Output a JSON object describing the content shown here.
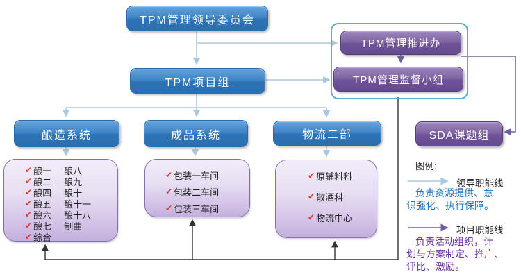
{
  "org": {
    "committee": "TPM管理领导委员会",
    "project_team": "TPM项目组",
    "promotion_office": "TPM管理推进办",
    "supervision_team": "TPM管理监督小组",
    "sda_team": "SDA课题组",
    "brewing": {
      "title": "酿造系统",
      "rows": [
        {
          "c1": "酿一",
          "c2": "酿八"
        },
        {
          "c1": "酿二",
          "c2": "酿九"
        },
        {
          "c1": "酿四",
          "c2": "酿十"
        },
        {
          "c1": "酿五",
          "c2": "酿十一"
        },
        {
          "c1": "酿六",
          "c2": "酿十八"
        },
        {
          "c1": "酿七",
          "c2": "制曲"
        },
        {
          "c1": "综合",
          "c2": ""
        }
      ]
    },
    "finished": {
      "title": "成品系统",
      "items": [
        "包装一车间",
        "包装二车间",
        "包装三车间"
      ]
    },
    "logistics": {
      "title": "物流二部",
      "items": [
        "原辅料科",
        "散酒科",
        "物流中心"
      ]
    }
  },
  "legend": {
    "heading": "图例:",
    "leader_label": "领导职能线",
    "leader_desc": "负责资源提供、意\n识强化、执行保障。",
    "project_label": "项目职能线",
    "project_desc": "负责活动组织，计\n划与方案制定、推广、\n评比、激励。"
  },
  "colors": {
    "blue_node": "#2E75B6",
    "purple_node": "#8064A2",
    "list_border": "#8372AB",
    "leader_line": "#AAC8DE",
    "purple_line": "#6F5F9F",
    "project_line": "#333333",
    "group_border": "#55AFCE",
    "check_mark": "#E0382C",
    "legend_leader_text": "#1B76C2",
    "legend_project_text": "#7030A0"
  }
}
